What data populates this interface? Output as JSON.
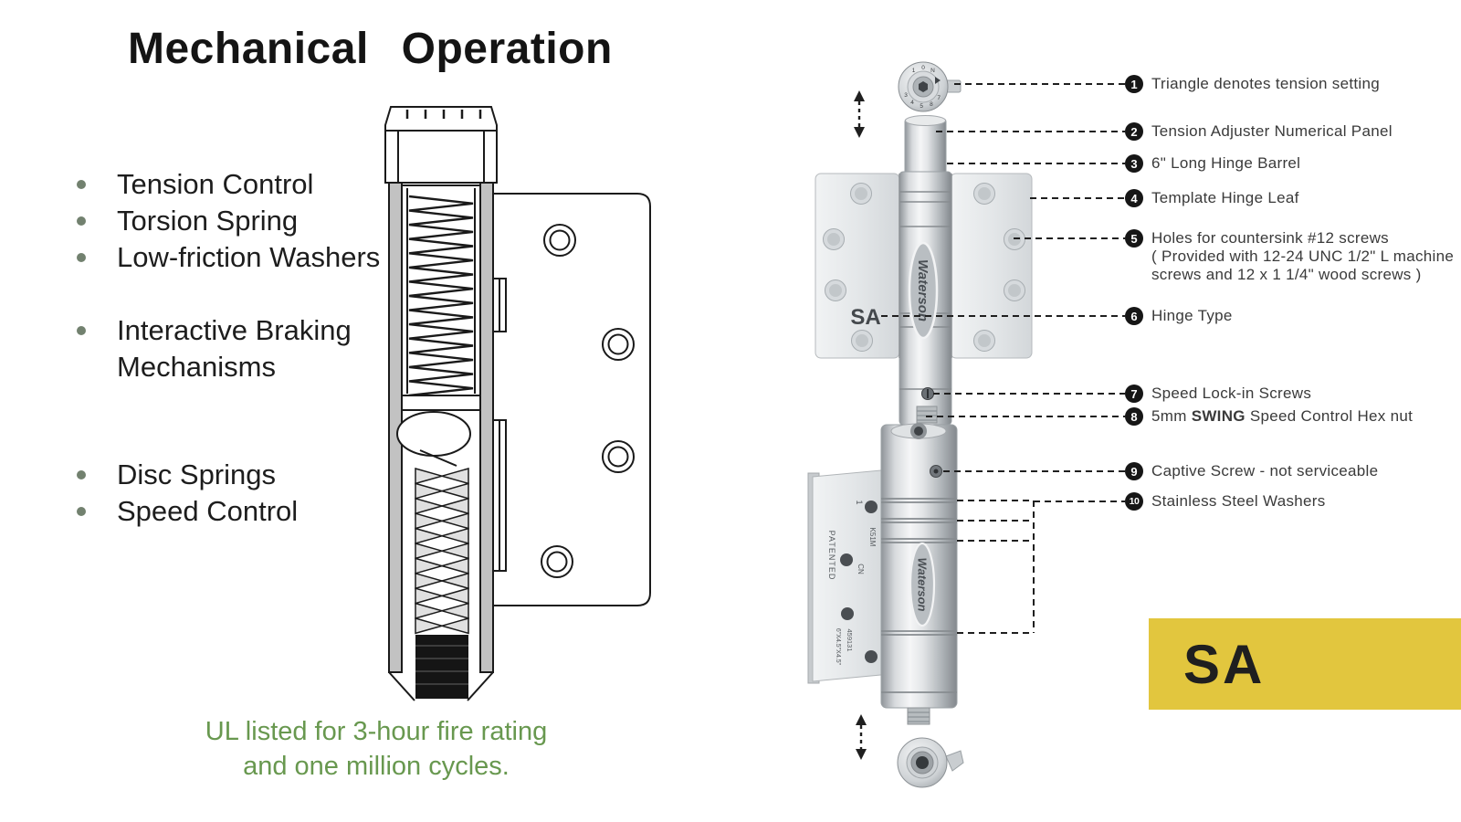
{
  "title": "Mechanical Operation",
  "bullets": [
    "Tension Control",
    "Torsion Spring",
    "Low-friction Washers",
    "Interactive Braking Mechanisms",
    "Disc Springs",
    "Speed Control"
  ],
  "caption": {
    "line1": "UL listed for 3-hour fire rating",
    "line2": "and one million cycles."
  },
  "callouts": [
    {
      "num": "1",
      "label": "Triangle denotes tension setting"
    },
    {
      "num": "2",
      "label": "Tension Adjuster Numerical Panel"
    },
    {
      "num": "3",
      "label": "6\" Long Hinge Barrel"
    },
    {
      "num": "4",
      "label": "Template Hinge Leaf"
    },
    {
      "num": "5",
      "label": "Holes for countersink #12 screws",
      "sub1": "( Provided with 12-24 UNC 1/2\" L machine",
      "sub2": "screws and 12 x 1 1/4\" wood screws )"
    },
    {
      "num": "6",
      "label": "Hinge Type"
    },
    {
      "num": "7",
      "label": "Speed Lock-in Screws"
    },
    {
      "num": "8",
      "pre": "5mm ",
      "bold": "SWING",
      "post": " Speed Control Hex nut"
    },
    {
      "num": "9",
      "label": "Captive Screw - not serviceable"
    },
    {
      "num": "10",
      "label": "Stainless Steel Washers"
    }
  ],
  "hinge_top": {
    "sa_label": "SA",
    "brand": "Waterson",
    "dial_chars": [
      "1",
      "0",
      "N",
      "3",
      "4",
      "5",
      "8",
      "7"
    ]
  },
  "hinge_bottom": {
    "brand": "Waterson",
    "stamps": {
      "patented": "PATENTED",
      "one": "1",
      "model": "K51M",
      "cn": "CN",
      "part": "459131",
      "size": "6\"X4.5\"X4.5\""
    }
  },
  "badge": {
    "text": "SA",
    "bg": "#e2c63e",
    "fg": "#1f1f1f"
  },
  "colors": {
    "caption_green": "#68984f",
    "callout_text": "#3a3a3a",
    "bullet_text": "#1d1d1d",
    "bullet_dot": "#72816f",
    "line_black": "#1f1f1f"
  }
}
